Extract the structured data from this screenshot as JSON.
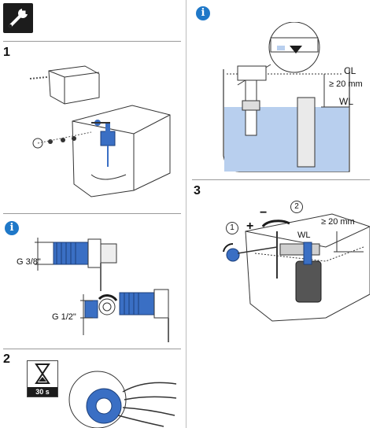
{
  "steps": {
    "step1": "1",
    "step2": "2",
    "step3": "3"
  },
  "info_icon": "i",
  "labels": {
    "g38": "G 3/8\"",
    "g12": "G 1/2\"",
    "cl": "CL",
    "min_gap": "≥ 20 mm",
    "wl": "WL",
    "min_gap3": "≥ 20 mm",
    "wl3": "WL",
    "circle1": "1",
    "circle2": "2",
    "plus": "+",
    "minus": "−",
    "timer": "30 s"
  },
  "colors": {
    "info_blue": "#1f78c8",
    "water_blue": "#b8cfee",
    "part_blue": "#3a6fc4",
    "dark": "#1c1c1c"
  },
  "icons": [
    "wrench-icon",
    "info-icon",
    "hourglass-icon",
    "rotate-arrow-icon"
  ]
}
